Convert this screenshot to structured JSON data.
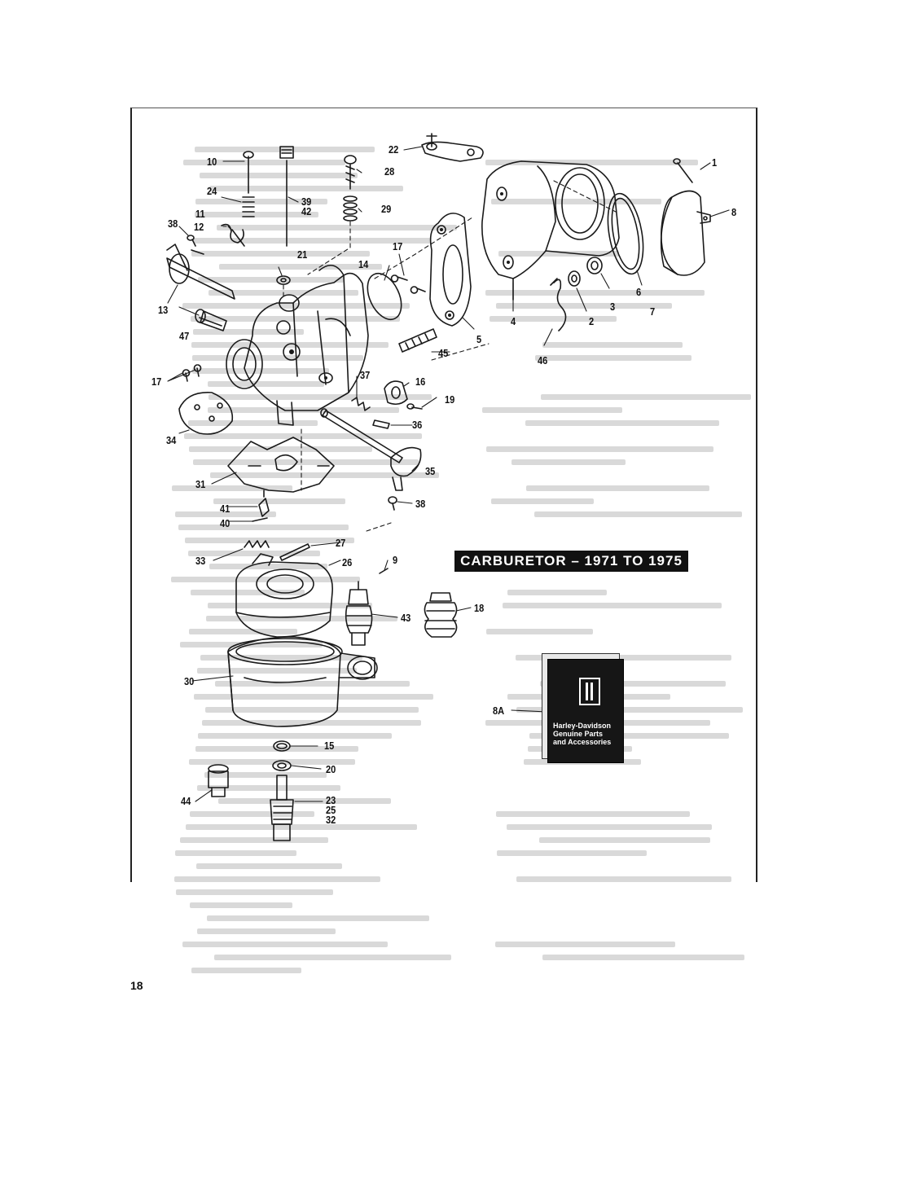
{
  "title": "CARBURETOR – 1971 TO 1975",
  "page_number": "18",
  "book": {
    "line1": "Harley-Davidson",
    "line2": "Genuine Parts",
    "line3": "and Accessories"
  },
  "labels": [
    {
      "id": "1",
      "text": "1"
    },
    {
      "id": "2",
      "text": "2"
    },
    {
      "id": "3",
      "text": "3"
    },
    {
      "id": "4",
      "text": "4"
    },
    {
      "id": "5",
      "text": "5"
    },
    {
      "id": "6",
      "text": "6"
    },
    {
      "id": "7",
      "text": "7"
    },
    {
      "id": "8",
      "text": "8"
    },
    {
      "id": "8A",
      "text": "8A"
    },
    {
      "id": "9",
      "text": "9"
    },
    {
      "id": "10",
      "text": "10"
    },
    {
      "id": "11",
      "text": "11"
    },
    {
      "id": "12",
      "text": "12"
    },
    {
      "id": "13",
      "text": "13"
    },
    {
      "id": "14",
      "text": "14"
    },
    {
      "id": "15",
      "text": "15"
    },
    {
      "id": "16",
      "text": "16"
    },
    {
      "id": "17a",
      "text": "17"
    },
    {
      "id": "17b",
      "text": "17"
    },
    {
      "id": "18",
      "text": "18"
    },
    {
      "id": "19",
      "text": "19"
    },
    {
      "id": "20",
      "text": "20"
    },
    {
      "id": "21",
      "text": "21"
    },
    {
      "id": "22",
      "text": "22"
    },
    {
      "id": "23-25-32",
      "text": "23\n25\n32"
    },
    {
      "id": "24",
      "text": "24"
    },
    {
      "id": "26",
      "text": "26"
    },
    {
      "id": "27",
      "text": "27"
    },
    {
      "id": "28",
      "text": "28"
    },
    {
      "id": "29",
      "text": "29"
    },
    {
      "id": "30",
      "text": "30"
    },
    {
      "id": "31",
      "text": "31"
    },
    {
      "id": "33",
      "text": "33"
    },
    {
      "id": "34",
      "text": "34"
    },
    {
      "id": "35",
      "text": "35"
    },
    {
      "id": "36",
      "text": "36"
    },
    {
      "id": "37",
      "text": "37"
    },
    {
      "id": "38a",
      "text": "38"
    },
    {
      "id": "38b",
      "text": "38"
    },
    {
      "id": "39-42",
      "text": "39\n42"
    },
    {
      "id": "40",
      "text": "40"
    },
    {
      "id": "41",
      "text": "41"
    },
    {
      "id": "43",
      "text": "43"
    },
    {
      "id": "44",
      "text": "44"
    },
    {
      "id": "45",
      "text": "45"
    },
    {
      "id": "46",
      "text": "46"
    },
    {
      "id": "47",
      "text": "47"
    }
  ]
}
